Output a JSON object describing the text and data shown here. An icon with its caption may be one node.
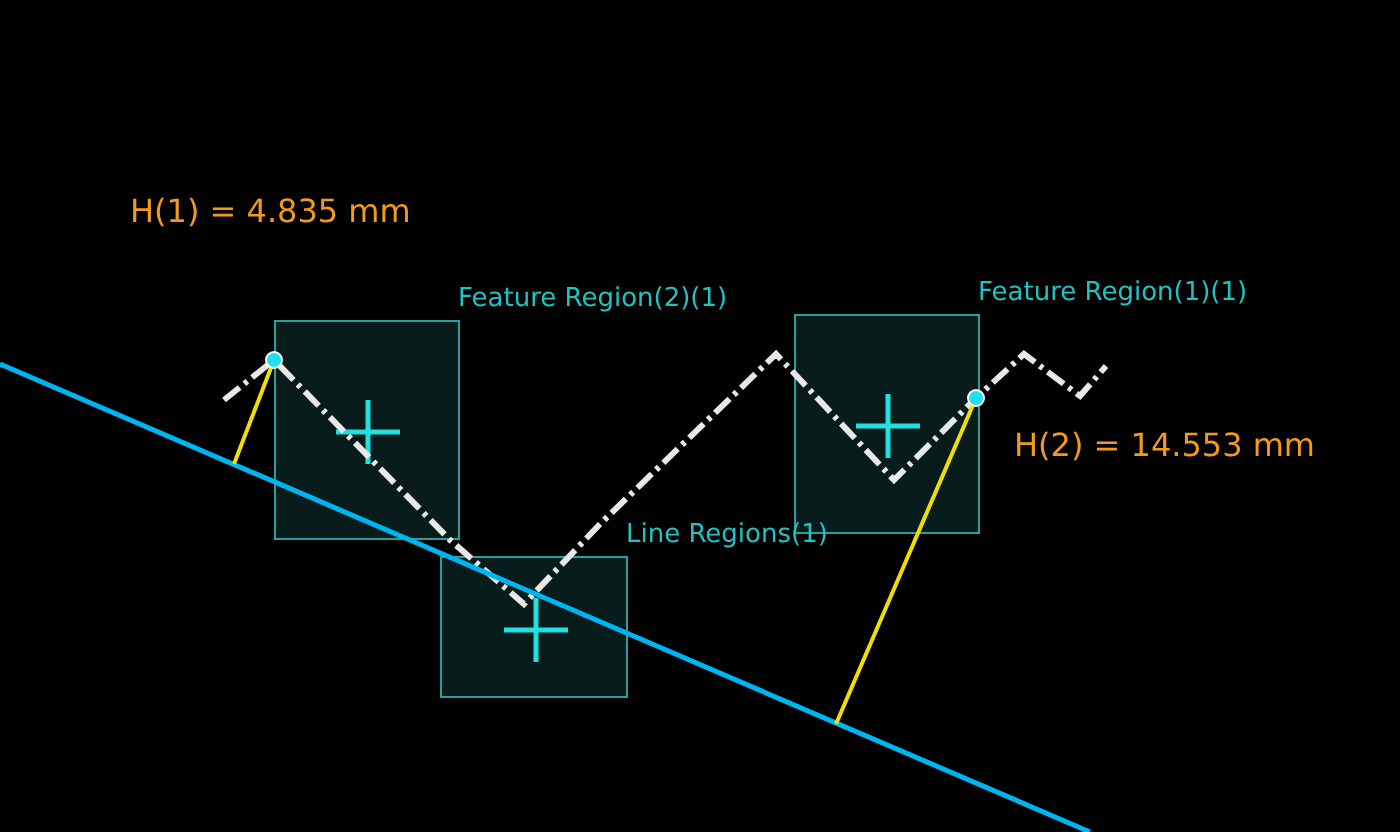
{
  "diagram": {
    "nodes": [
      {
        "text": [
          "Feature Region(2)(1)"
        ]
      },
      {
        "text": [
          "Feature Region(1)(1)"
        ]
      },
      {
        "text": [
          "Line Regions(1)"
        ]
      }
    ],
    "labels": [
      "H(1) = 4.835 mm",
      "H(2) = 14.553 mm"
    ]
  }
}
